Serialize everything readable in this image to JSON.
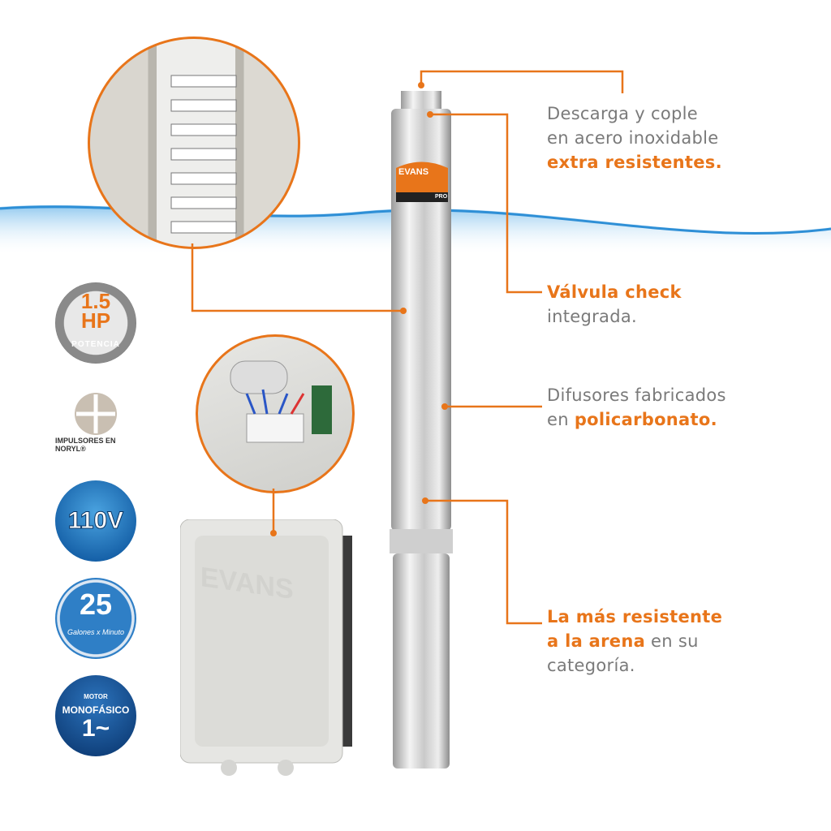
{
  "brand": {
    "pump_logo": "EVANS",
    "pump_logo_sub": "PRO",
    "box_logo": "EVANS"
  },
  "colors": {
    "accent": "#e8751a",
    "text": "#7a7a7a",
    "blue": "#1661a8"
  },
  "callouts": [
    {
      "line1": "Descarga y cople",
      "line2": "en acero inoxidable",
      "line3_bold": "extra resistentes."
    },
    {
      "line1_bold": "Válvula check",
      "line2": "integrada."
    },
    {
      "line1": "Difusores fabricados",
      "line2_prefix": "en ",
      "line2_bold": "policarbonato."
    },
    {
      "line1_bold": "La más resistente",
      "line2_bold": "a la arena",
      "line2_suffix": " en su",
      "line3": "categoría."
    }
  ],
  "badges": {
    "power": {
      "value": "1.5",
      "unit": "HP",
      "label": "POTENCIA"
    },
    "impellers": {
      "label": "IMPULSORES EN NORYL®"
    },
    "voltage": {
      "value": "110V"
    },
    "flow": {
      "value": "25",
      "label": "Galones x Minuto"
    },
    "motor": {
      "top": "MOTOR",
      "middle": "MONOFÁSICO",
      "value": "1~"
    }
  }
}
